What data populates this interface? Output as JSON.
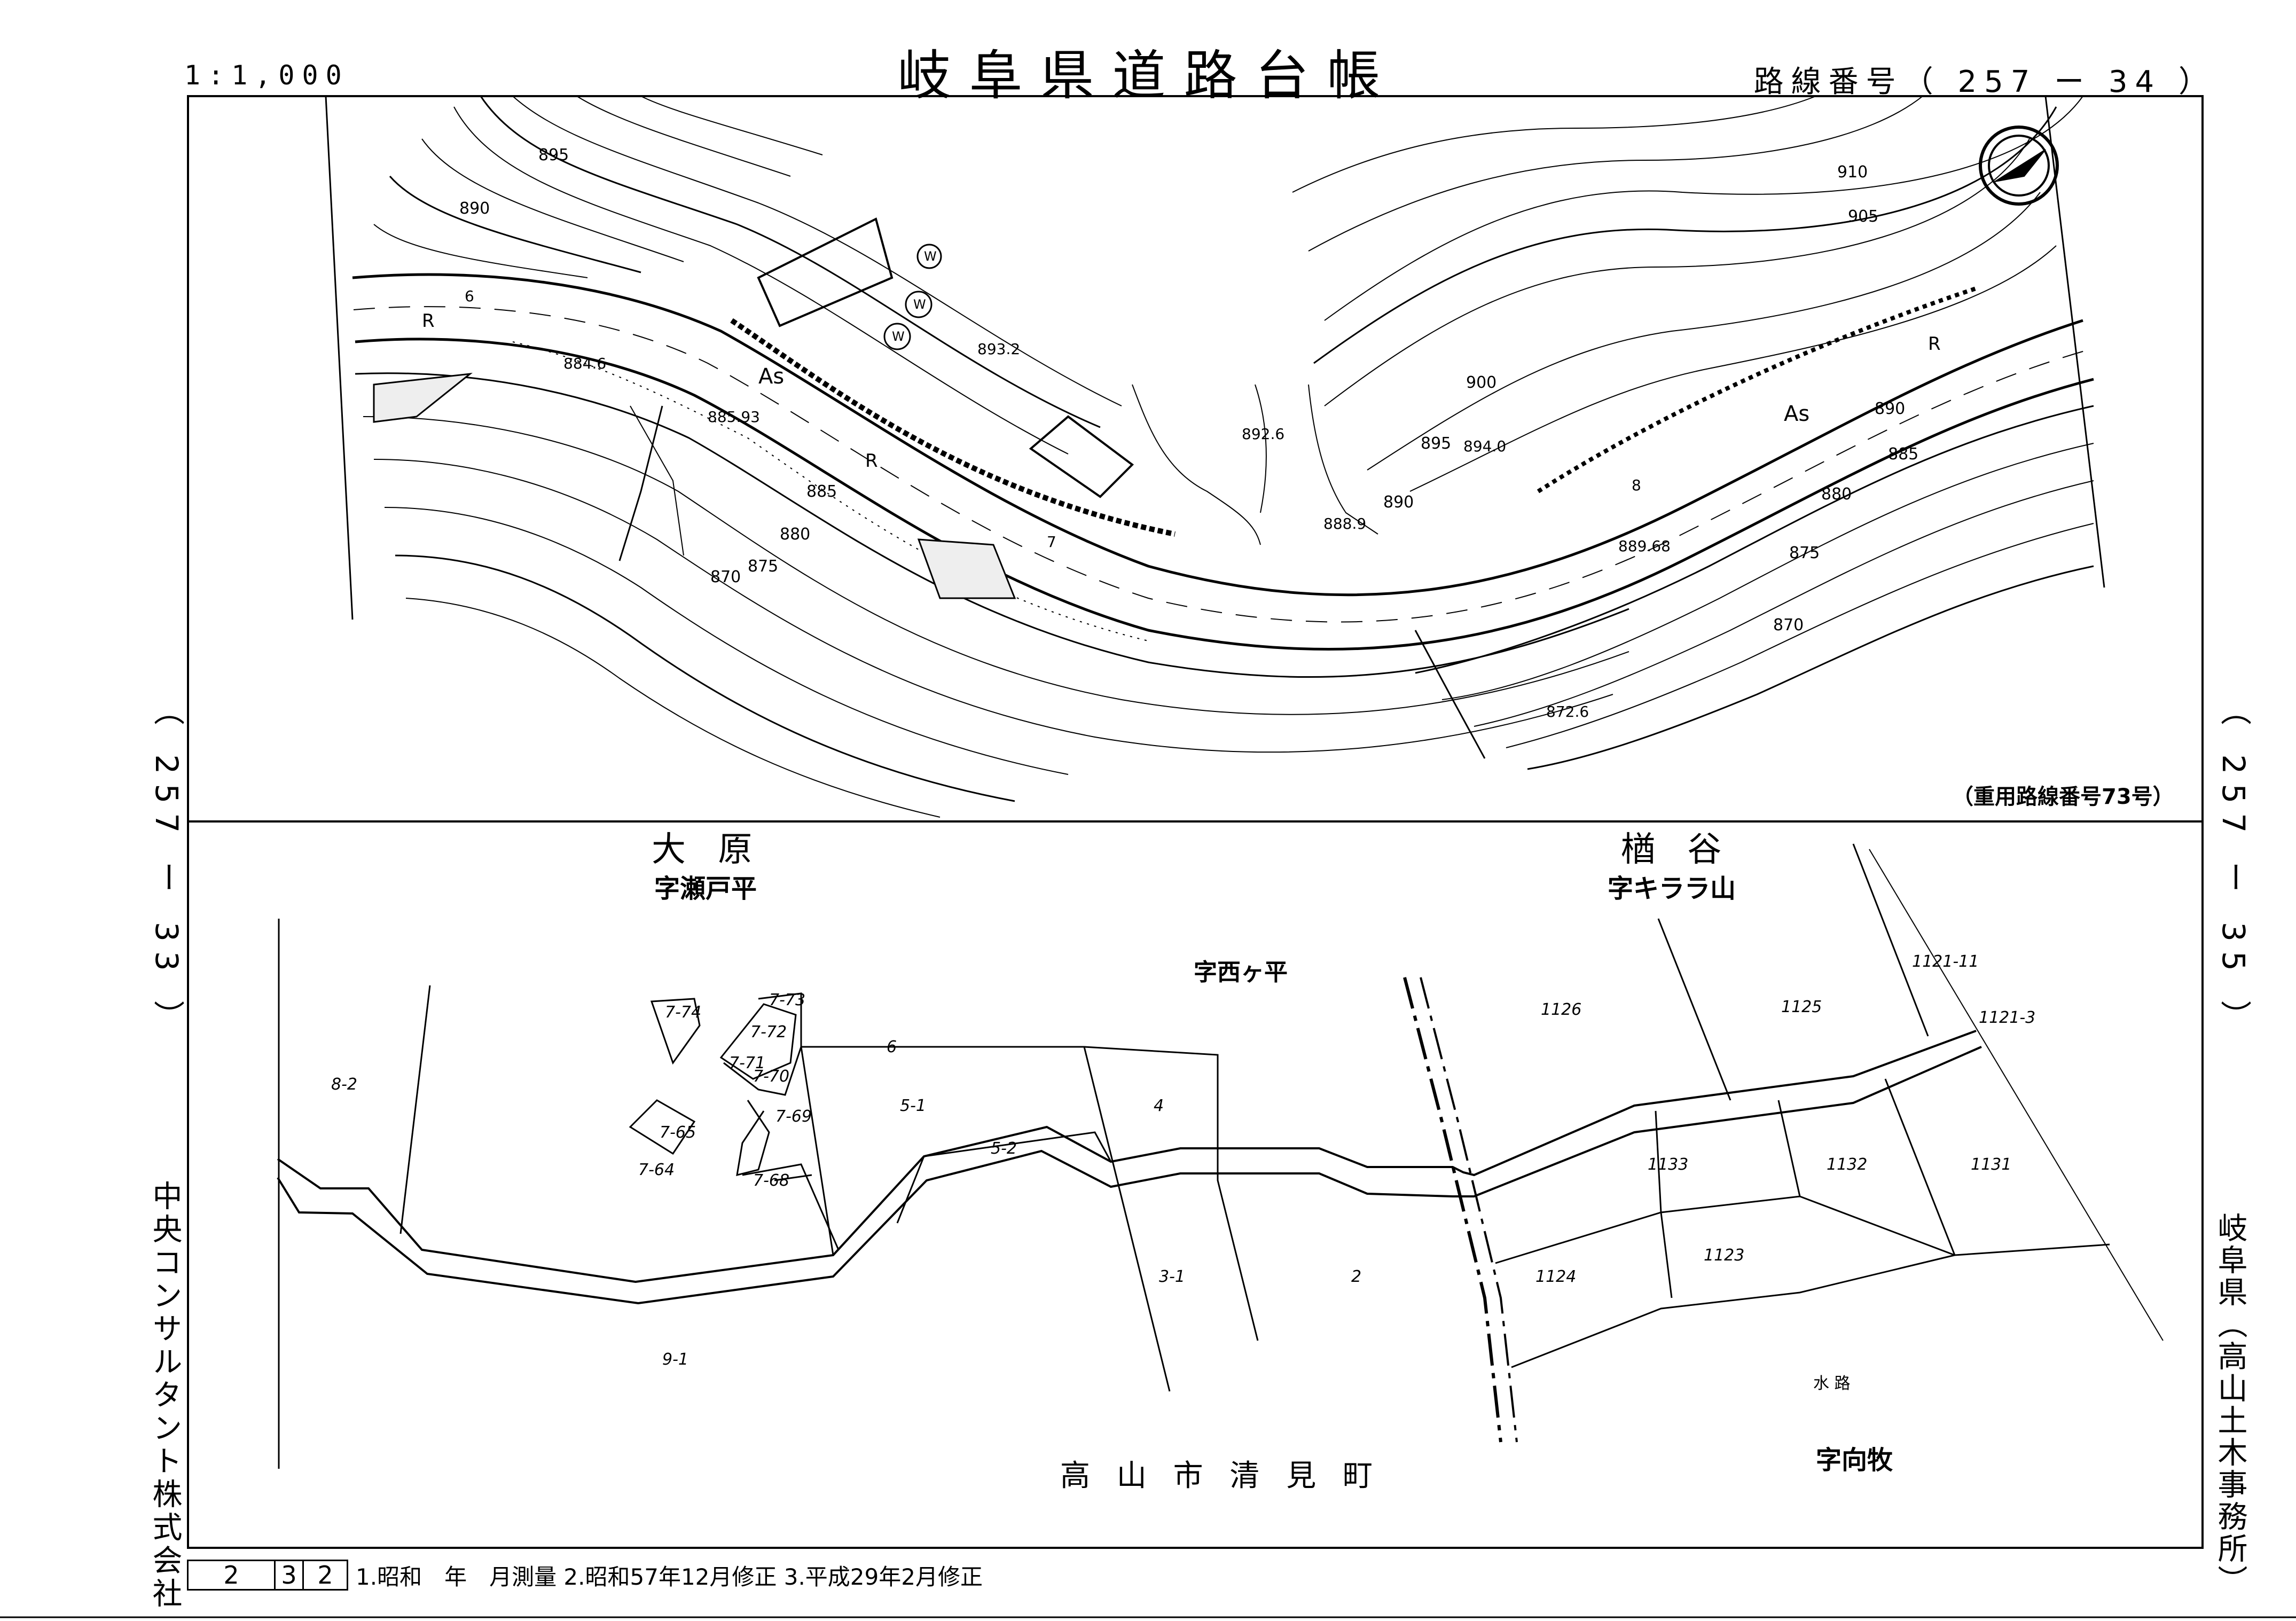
{
  "header": {
    "title": "岐阜県道路台帳",
    "scale": "1:1,000",
    "route_number": "路線番号（ 257 ー 34 ）"
  },
  "adjacent": {
    "left": "（ 257 ー 33 ）",
    "right": "（ 257 ー 35 ）"
  },
  "side_labels": {
    "company": "中央コンサルタント株式会社",
    "office": "岐阜県（高山土木事務所）"
  },
  "top_map": {
    "emergency_route": "（重用路線番号73号）",
    "pavement_labels": [
      "As",
      "As"
    ],
    "road_marks": [
      "R",
      "R",
      "R",
      "6",
      "7",
      "8"
    ],
    "spot_heights": [
      "884.6",
      "885.93",
      "893.2",
      "892.6",
      "894.0",
      "888.9",
      "889.68",
      "872.6"
    ],
    "contours": [
      "895",
      "890",
      "885",
      "880",
      "875",
      "870",
      "910",
      "905",
      "900",
      "895",
      "890",
      "890",
      "885",
      "880",
      "875",
      "870"
    ],
    "well_marks": [
      "W",
      "W",
      "W"
    ]
  },
  "bottom_map": {
    "districts": {
      "ohara": "大 原",
      "seto_daira": "字瀬戸平",
      "kusunoki_tani": "楢 谷",
      "kirara_yama": "字キララ山",
      "nishi_ga_daira": "字西ヶ平",
      "mukai_maki": "字向牧",
      "city": "高 山 市 清 見 町",
      "waterway": "水 路"
    },
    "parcels": [
      "8-2",
      "7-74",
      "7-73",
      "7-72",
      "7-71",
      "7-70",
      "7-69",
      "7-65",
      "7-64",
      "7-68",
      "6",
      "5-1",
      "5-2",
      "4",
      "3-1",
      "2",
      "9-1",
      "1126",
      "1125",
      "1121-11",
      "1121-3",
      "1133",
      "1132",
      "1131",
      "1124",
      "1123"
    ]
  },
  "history": {
    "box1": "2",
    "box2": "3",
    "box3": "2",
    "text": "1.昭和　年　月測量 2.昭和57年12月修正 3.平成29年2月修正"
  }
}
